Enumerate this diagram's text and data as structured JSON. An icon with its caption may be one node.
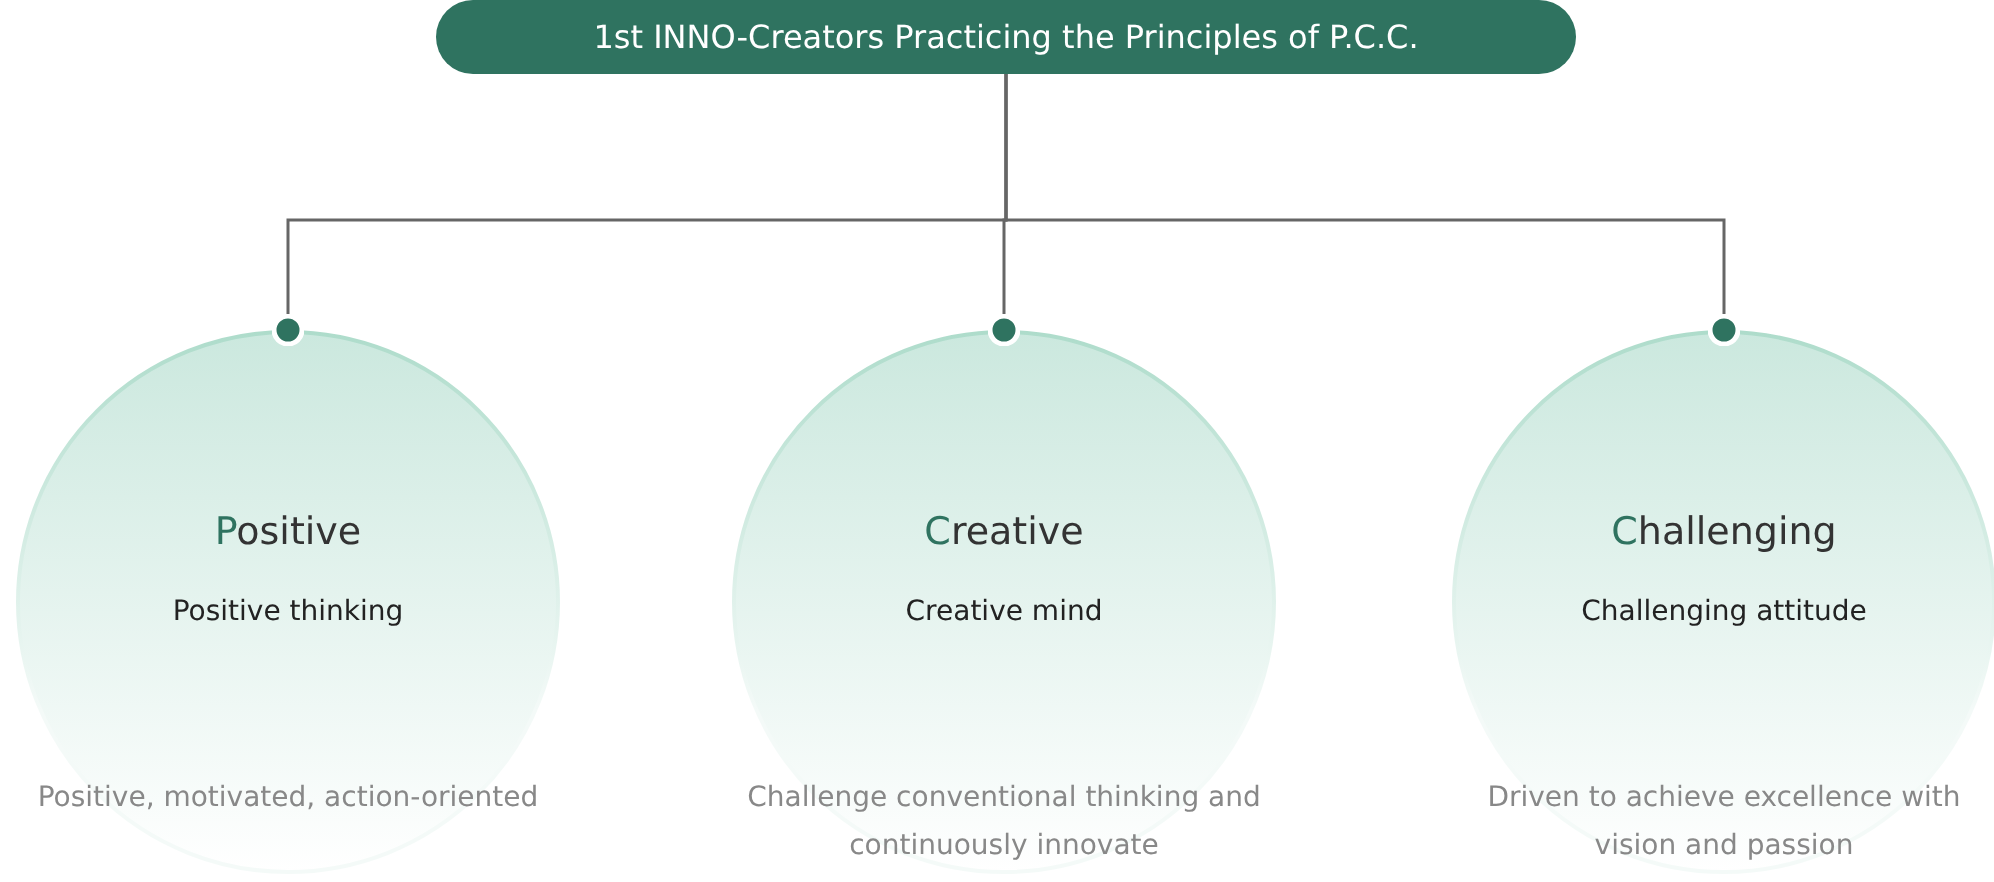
{
  "diagram": {
    "nodes": [
      {
        "text": [
          "1st INNO-Creators Practicing the Principles of P.C.C."
        ]
      },
      {
        "text": [
          "Positive",
          "Positive thinking",
          "Positive, motivated, action-oriented"
        ]
      },
      {
        "text": [
          "Creative",
          "Creative mind",
          "Challenge conventional thinking and continuously innovate"
        ]
      },
      {
        "text": [
          "Challenging",
          "Challenging attitude",
          "Driven to achieve excellence with vision and passion"
        ]
      }
    ],
    "edges": [
      {
        "from": 0,
        "to": 1,
        "arrow": "other"
      },
      {
        "from": 0,
        "to": 2,
        "arrow": "other"
      },
      {
        "from": 0,
        "to": 3,
        "arrow": "other"
      }
    ]
  }
}
